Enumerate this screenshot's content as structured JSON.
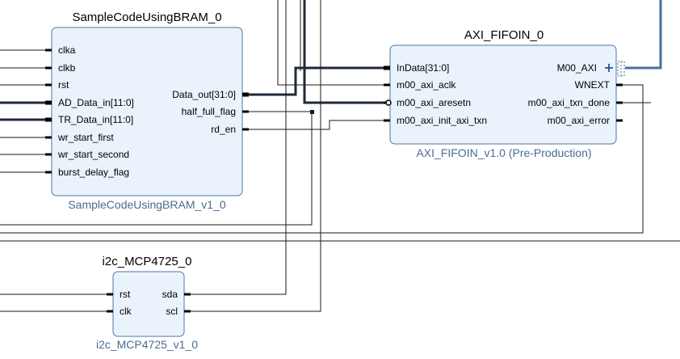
{
  "blocks": {
    "bram": {
      "title": "SampleCodeUsingBRAM_0",
      "subtitle": "SampleCodeUsingBRAM_v1_0",
      "inputs": [
        "clka",
        "clkb",
        "rst",
        "AD_Data_in[11:0]",
        "TR_Data_in[11:0]",
        "wr_start_first",
        "wr_start_second",
        "burst_delay_flag"
      ],
      "outputs": [
        "Data_out[31:0]",
        "half_full_flag",
        "rd_en"
      ]
    },
    "fifo": {
      "title": "AXI_FIFOIN_0",
      "subtitle": "AXI_FIFOIN_v1.0 (Pre-Production)",
      "inputs": [
        "InData[31:0]",
        "m00_axi_aclk",
        "m00_axi_aresetn",
        "m00_axi_init_axi_txn"
      ],
      "outputs": [
        "M00_AXI",
        "WNEXT",
        "m00_axi_txn_done",
        "m00_axi_error"
      ]
    },
    "i2c": {
      "title": "i2c_MCP4725_0",
      "subtitle": "i2c_MCP4725_v1_0",
      "inputs": [
        "rst",
        "clk"
      ],
      "outputs": [
        "sda",
        "scl"
      ]
    }
  },
  "icons": {
    "axi_expand": "plus-icon",
    "axi_bus": "bus-interface-icon"
  },
  "colors": {
    "block_fill": "#eaf3fc",
    "block_border": "#4e76a8",
    "subtitle": "#4b6b94",
    "axi_wire": "#4a6ea0"
  }
}
